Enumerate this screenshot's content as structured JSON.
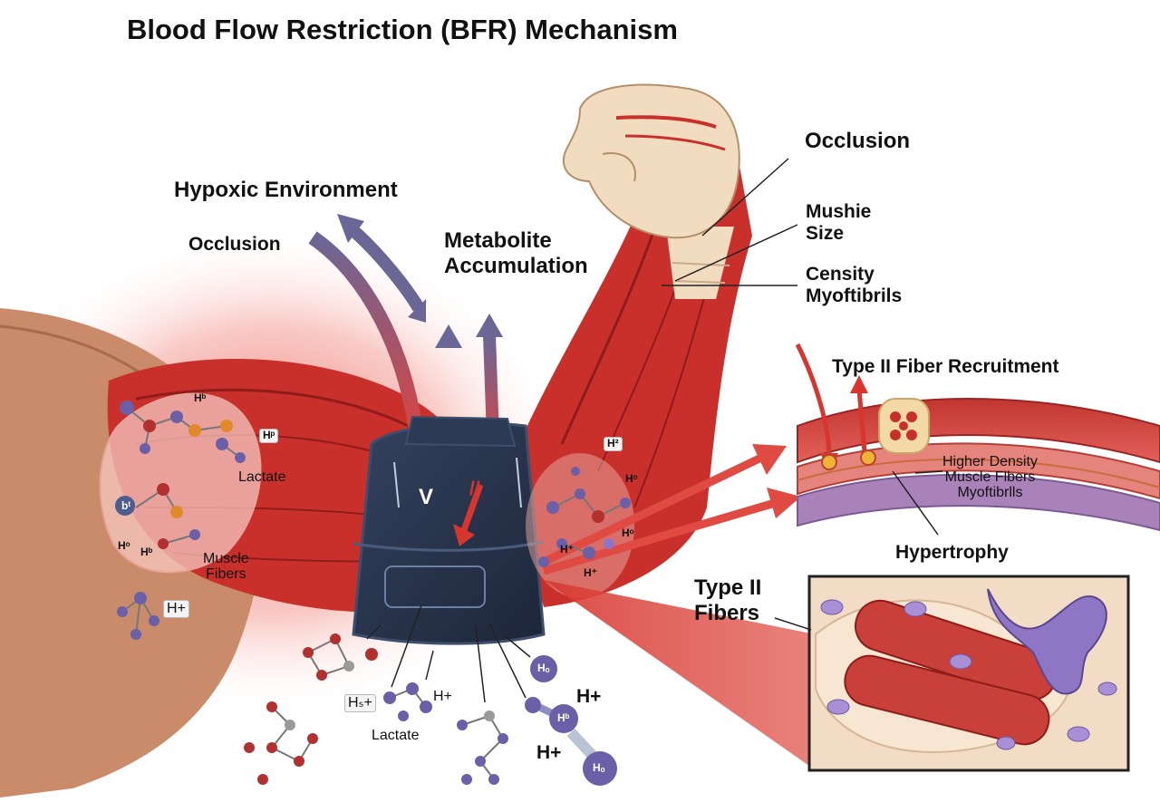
{
  "title": "Blood Flow Restriction (BFR) Mechanism",
  "labels": {
    "hypoxic_environment": "Hypoxic Environment",
    "occlusion_left": "Occlusion",
    "metabolite_accumulation": [
      "Metabolite",
      "Accumulation"
    ],
    "occlusion_right": "Occlusion",
    "mushie_size": [
      "Mushie",
      "Size"
    ],
    "censity_myofibrils": [
      "Censity",
      "Myoftibrils"
    ],
    "type_ii_fiber_recruitment": "Type II Fiber Recruitment",
    "higher_density": [
      "Higher Density",
      "Muscle Flbers",
      "Myoftibrlls"
    ],
    "hypertrophy": "Hypertrophy",
    "type_ii_fibers": [
      "Type II",
      "Fibers"
    ],
    "lactate_left": "Lactate",
    "muscle_fibers_left": [
      "Muscle",
      "Fibers"
    ],
    "h_plus_left": "H+",
    "h_plus_bottom_a": "H+",
    "h_plus_bottom_b": "H+",
    "h_plus_bottom_c": "H+",
    "hs_plus": "Hₛ+",
    "lactate_bottom": "Lactate",
    "mol_hb_1": "Hᵇ",
    "mol_hp": "Hᵖ",
    "mol_hz": "H²",
    "mol_ho_arm": "Hᵒ",
    "mol_ho_arm2": "Hᵒ",
    "mol_hb_left": "Hᵇ",
    "mol_ho_left": "Hᵒ",
    "mol_h_plus_arm": "H⁺",
    "mol_ho_bottom1": "Hₒ",
    "mol_hb_bottom": "Hᵇ",
    "mol_ho_bottom2": "Hₒ",
    "mol_h_plus_left": "H⁺",
    "mol_b_left": "bᵗ",
    "cuff_symbol": "V",
    "cuff_mark": "//"
  },
  "colors": {
    "muscle_red": "#c9302c",
    "muscle_dark": "#8e1c1a",
    "glow_red": "#e8433c",
    "skin": "#c98b6a",
    "tendon": "#f1dcc0",
    "cuff_navy": "#26324a",
    "cuff_edge": "#3e4f6e",
    "arrow_purple": "#6a6796",
    "molecule_purple": "#6b5fa8",
    "molecule_red": "#b2302e",
    "molecule_orange": "#e08a2c",
    "cell_purple": "#8e76c4",
    "tissue_cream": "#f2dcc6"
  }
}
